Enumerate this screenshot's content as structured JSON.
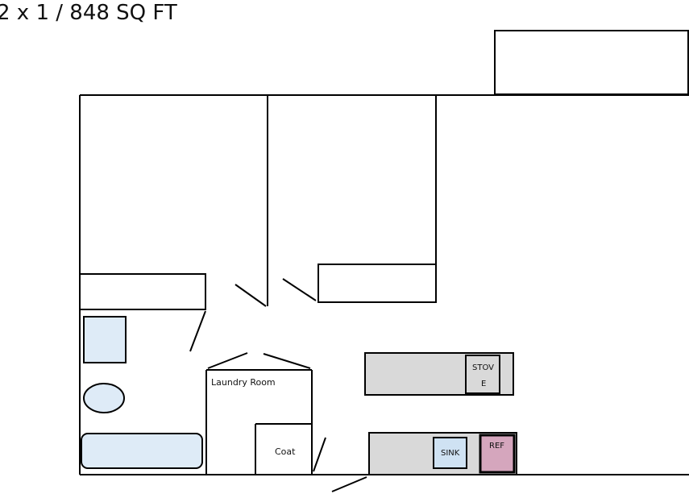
{
  "title": "2 x 1 / 848 SQ FT",
  "rooms": {
    "laundry": "Laundry Room",
    "coat": "Coat"
  },
  "appliances": {
    "stove_line1": "STOV",
    "stove_line2": "E",
    "sink": "SINK",
    "fridge": "REF"
  },
  "colors": {
    "counter": "#d9d9d9",
    "fixture": "#deebf7",
    "sink": "#cfe2f3",
    "fridge": "#d5a6bd"
  }
}
